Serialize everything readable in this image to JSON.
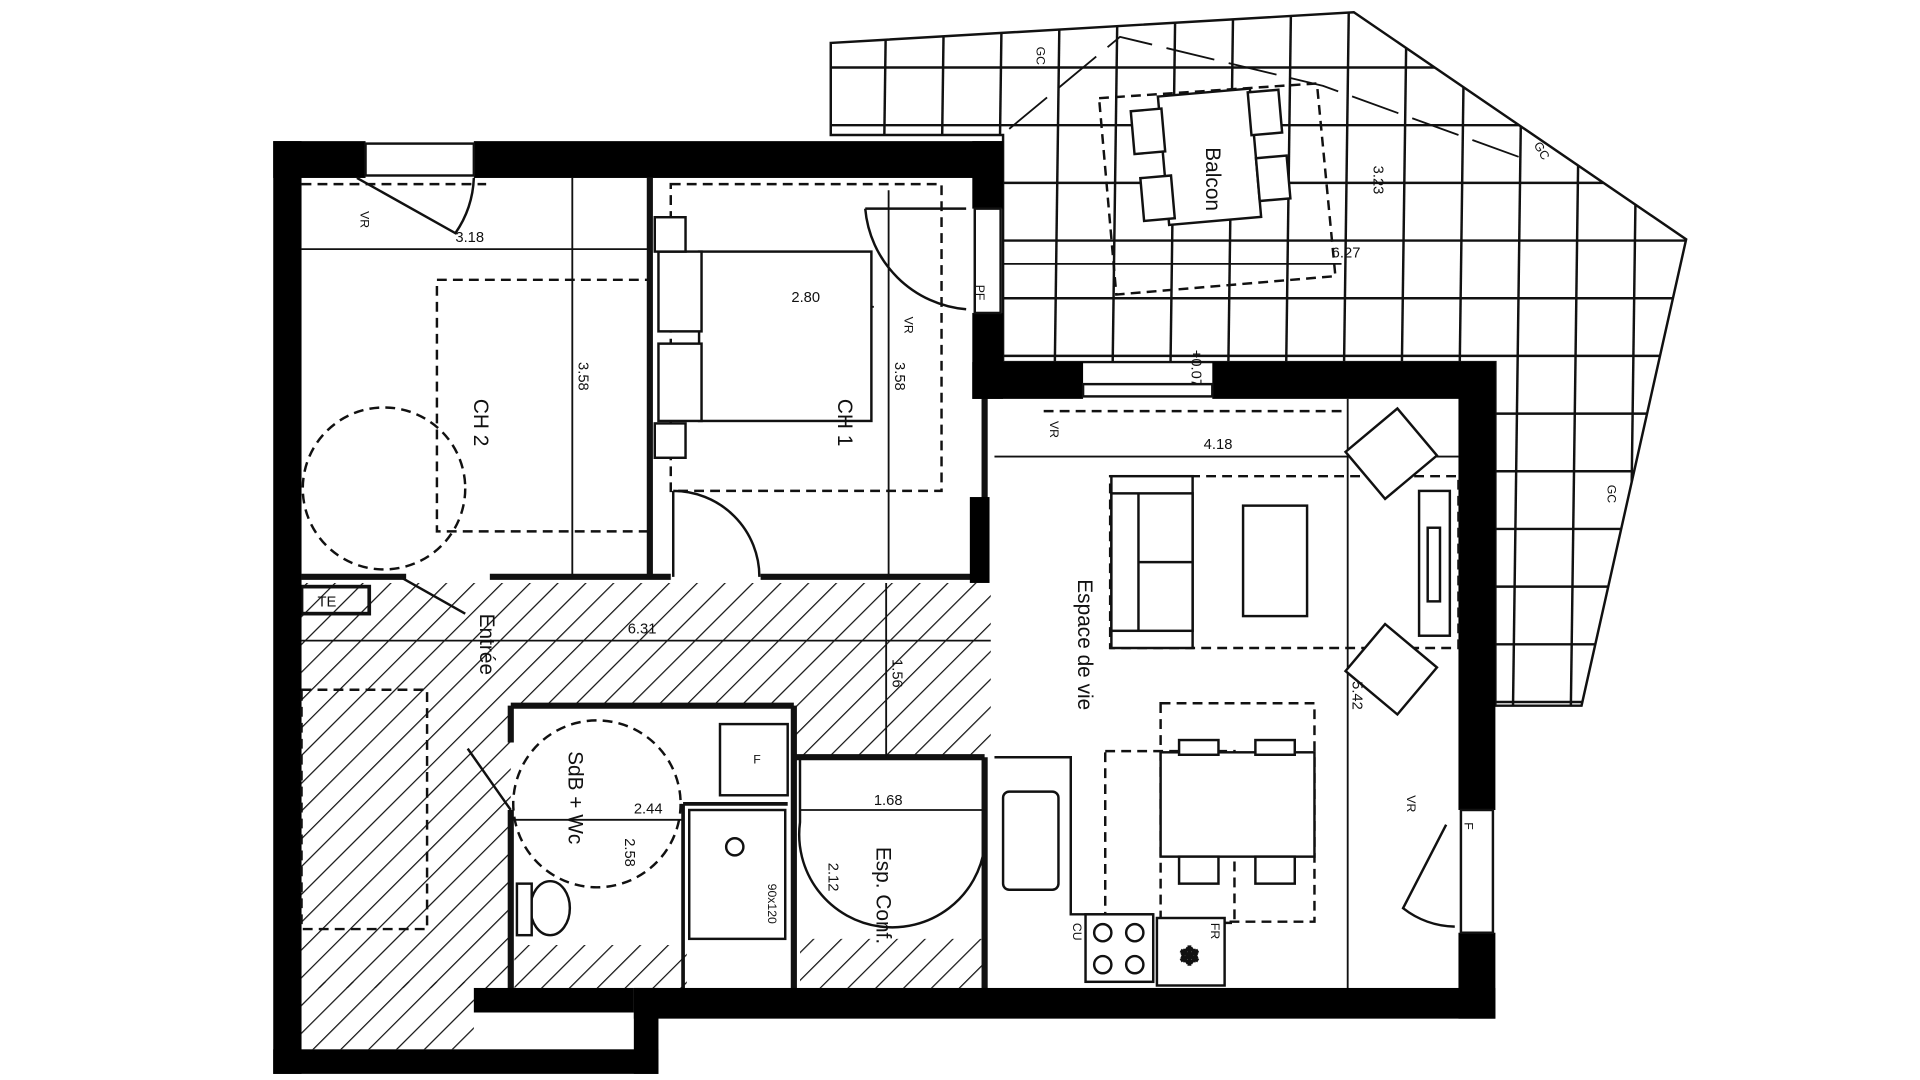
{
  "colors": {
    "wall": "#000000",
    "wall_edge": "#555555",
    "line": "#111111",
    "background": "#ffffff"
  },
  "rooms": {
    "ch2": "CH 2",
    "ch1": "CH 1",
    "entree": "Entrée",
    "sdb": "SdB + Wc",
    "esp_conf": "Esp. Conf.",
    "espace_vie": "Espace de vie",
    "balcon": "Balcon"
  },
  "dimensions": {
    "ch2_width": "3.18",
    "ch2_depth": "3.58",
    "ch1_width": "2.80",
    "ch1_depth": "3.58",
    "entree_length": "6.31",
    "entree_width": "1.56",
    "sdb_width": "2.44",
    "sdb_depth": "2.58",
    "conf_width": "1.68",
    "conf_depth": "2.12",
    "vie_width": "4.18",
    "vie_depth": "5.42",
    "balcon_width": "6.27",
    "balcon_depth": "3.23",
    "level": "+0.07",
    "shower": "90x120"
  },
  "tags": {
    "te": "TE",
    "vr": "VR",
    "pf": "PF",
    "gc": "GC",
    "f": "F",
    "cu": "CU",
    "fr": "FR"
  }
}
